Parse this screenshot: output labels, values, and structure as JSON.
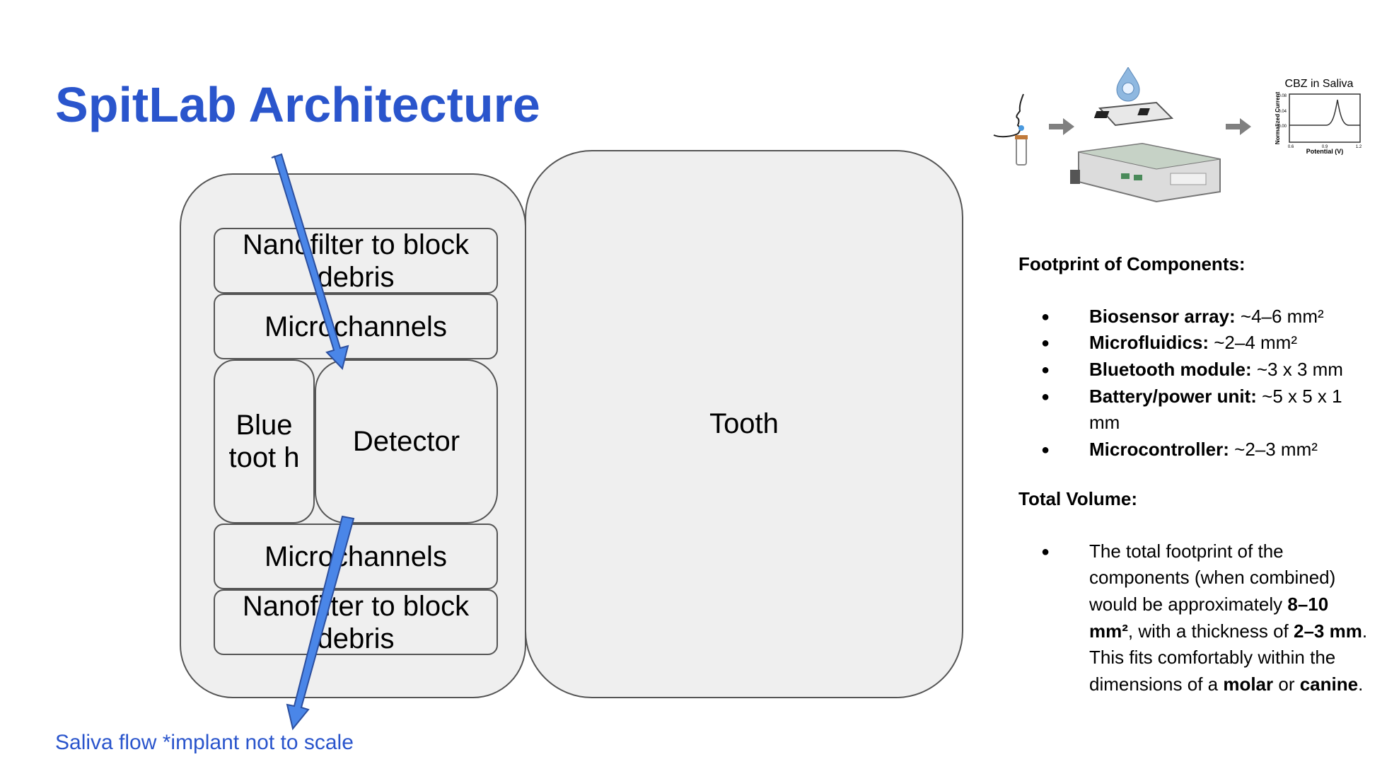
{
  "slide": {
    "title": "SpitLab Architecture",
    "caption": "Saliva flow *implant not to scale"
  },
  "diagram": {
    "nanofilter_top": "Nanofilter to block debris",
    "microchannels_top": "Microchannels",
    "bluetooth": "Blue toot h",
    "detector": "Detector",
    "microchannels_bottom": "Microchannels",
    "nanofilter_bottom": "Nanofilter to block debris",
    "tooth": "Tooth"
  },
  "graphic": {
    "plot_title": "CBZ in Saliva",
    "ylabel": "Normalized Current",
    "xlabel": "Potential (V)",
    "y_ticks": [
      "0.08",
      "0.04",
      "0.00"
    ],
    "x_ticks": [
      "0.6",
      "0.9",
      "1.2"
    ]
  },
  "info": {
    "footprint_heading": "Footprint of Components:",
    "components": [
      {
        "name": "Biosensor array:",
        "value": " ~4–6 mm²"
      },
      {
        "name": "Microfluidics:",
        "value": " ~2–4 mm²"
      },
      {
        "name": "Bluetooth module:",
        "value": " ~3 x 3 mm"
      },
      {
        "name": "Battery/power unit:",
        "value": " ~5 x 5 x 1 mm"
      },
      {
        "name": "Microcontroller:",
        "value": " ~2–3 mm²"
      }
    ],
    "volume_heading": "Total Volume:",
    "volume_parts": {
      "t1": "The total footprint of the components (when combined) would be approximately ",
      "b1": "8–10 mm²",
      "t2": ", with a thickness of ",
      "b2": "2–3 mm",
      "t3": ". This fits comfortably within the dimensions of a ",
      "b3": "molar",
      "t4": " or ",
      "b4": "canine",
      "t5": "."
    }
  },
  "colors": {
    "title": "#2a55cc",
    "arrow": "#4a86e8",
    "box_fill": "#efefef",
    "box_border": "#555555"
  }
}
